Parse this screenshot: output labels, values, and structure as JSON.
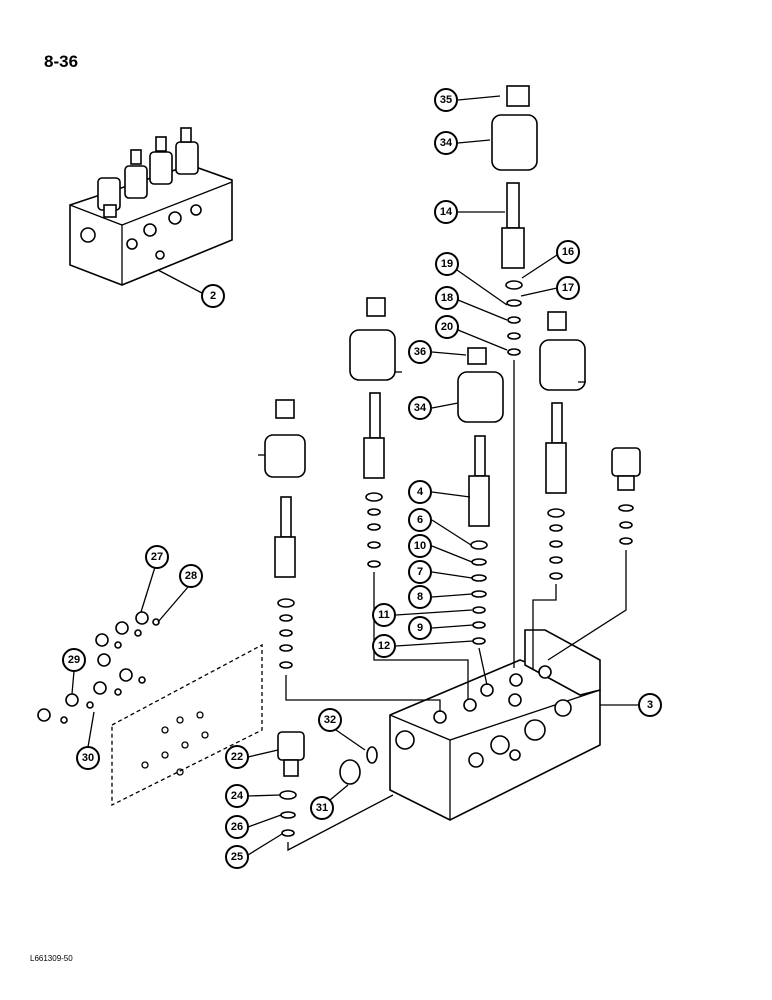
{
  "page": {
    "number": "8-36",
    "footer_code": "L661309-50"
  },
  "callouts": [
    {
      "label": "35"
    },
    {
      "label": "34"
    },
    {
      "label": "14"
    },
    {
      "label": "16"
    },
    {
      "label": "19"
    },
    {
      "label": "17"
    },
    {
      "label": "18"
    },
    {
      "label": "20"
    },
    {
      "label": "36"
    },
    {
      "label": "34"
    },
    {
      "label": "4"
    },
    {
      "label": "6"
    },
    {
      "label": "10"
    },
    {
      "label": "7"
    },
    {
      "label": "8"
    },
    {
      "label": "11"
    },
    {
      "label": "9"
    },
    {
      "label": "12"
    },
    {
      "label": "2"
    },
    {
      "label": "27"
    },
    {
      "label": "28"
    },
    {
      "label": "29"
    },
    {
      "label": "30"
    },
    {
      "label": "32"
    },
    {
      "label": "22"
    },
    {
      "label": "24"
    },
    {
      "label": "26"
    },
    {
      "label": "25"
    },
    {
      "label": "31"
    },
    {
      "label": "3"
    }
  ]
}
